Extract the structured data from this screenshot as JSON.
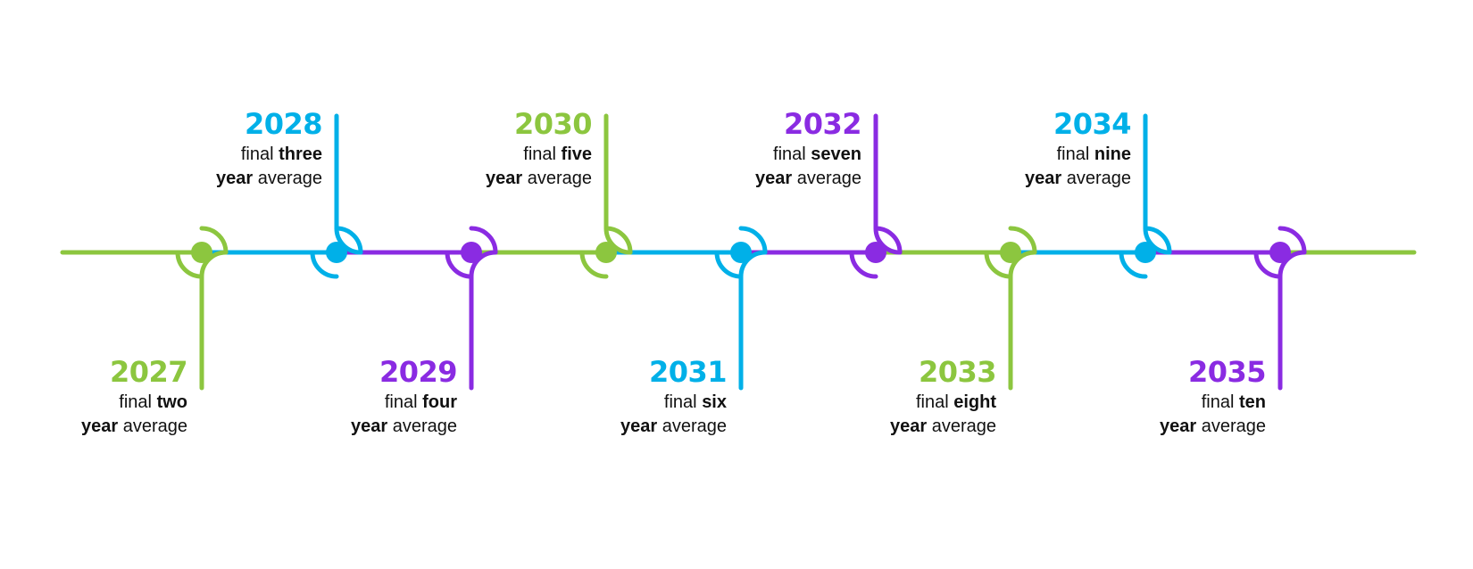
{
  "colors": {
    "green": "#8cc63f",
    "blue": "#00b0e8",
    "purple": "#8a2be2"
  },
  "common": {
    "average_word": "average",
    "final_word": "final",
    "year_word": "year"
  },
  "segments": [
    "green",
    "blue",
    "purple",
    "green",
    "blue",
    "purple",
    "green",
    "blue",
    "purple",
    "green",
    "green"
  ],
  "milestones": [
    {
      "year": "2027",
      "count_word": "two",
      "color": "green",
      "position": "below"
    },
    {
      "year": "2028",
      "count_word": "three",
      "color": "blue",
      "position": "above"
    },
    {
      "year": "2029",
      "count_word": "four",
      "color": "purple",
      "position": "below"
    },
    {
      "year": "2030",
      "count_word": "five",
      "color": "green",
      "position": "above"
    },
    {
      "year": "2031",
      "count_word": "six",
      "color": "blue",
      "position": "below"
    },
    {
      "year": "2032",
      "count_word": "seven",
      "color": "purple",
      "position": "above"
    },
    {
      "year": "2033",
      "count_word": "eight",
      "color": "green",
      "position": "below"
    },
    {
      "year": "2034",
      "count_word": "nine",
      "color": "blue",
      "position": "above"
    },
    {
      "year": "2035",
      "count_word": "ten",
      "color": "purple",
      "position": "below"
    }
  ]
}
